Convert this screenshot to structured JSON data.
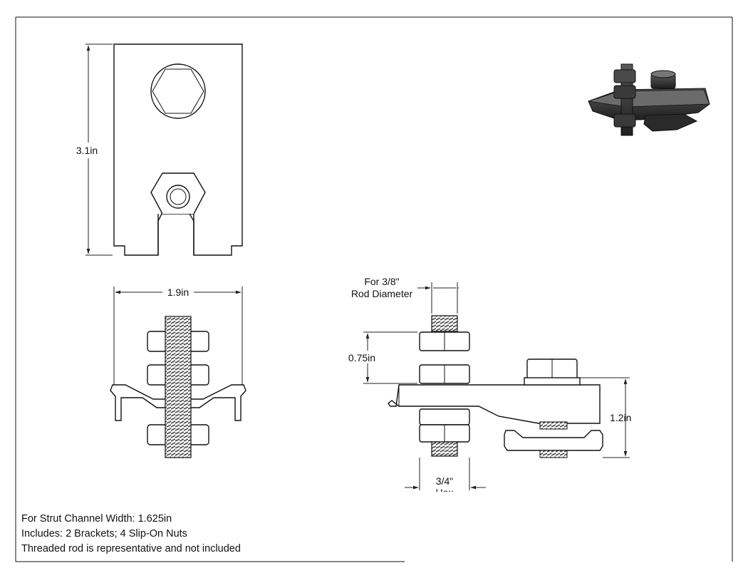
{
  "dimensions": {
    "height": "3.1in",
    "width": "1.9in",
    "rod_label_line1": "For 3/8\"",
    "rod_label_line2": "Rod Diameter",
    "nut_height": "0.75in",
    "bracket_height": "1.2in",
    "hex_line1": "3/4\"",
    "hex_line2": "Hex"
  },
  "notes": [
    "For Strut Channel Width: 1.625in",
    "Includes: 2 Brackets; 4 Slip-On Nuts",
    "Threaded rod is representative and not included"
  ],
  "colors": {
    "line": "#111111",
    "iso_fill": "#3a3a3a",
    "background": "#ffffff"
  }
}
